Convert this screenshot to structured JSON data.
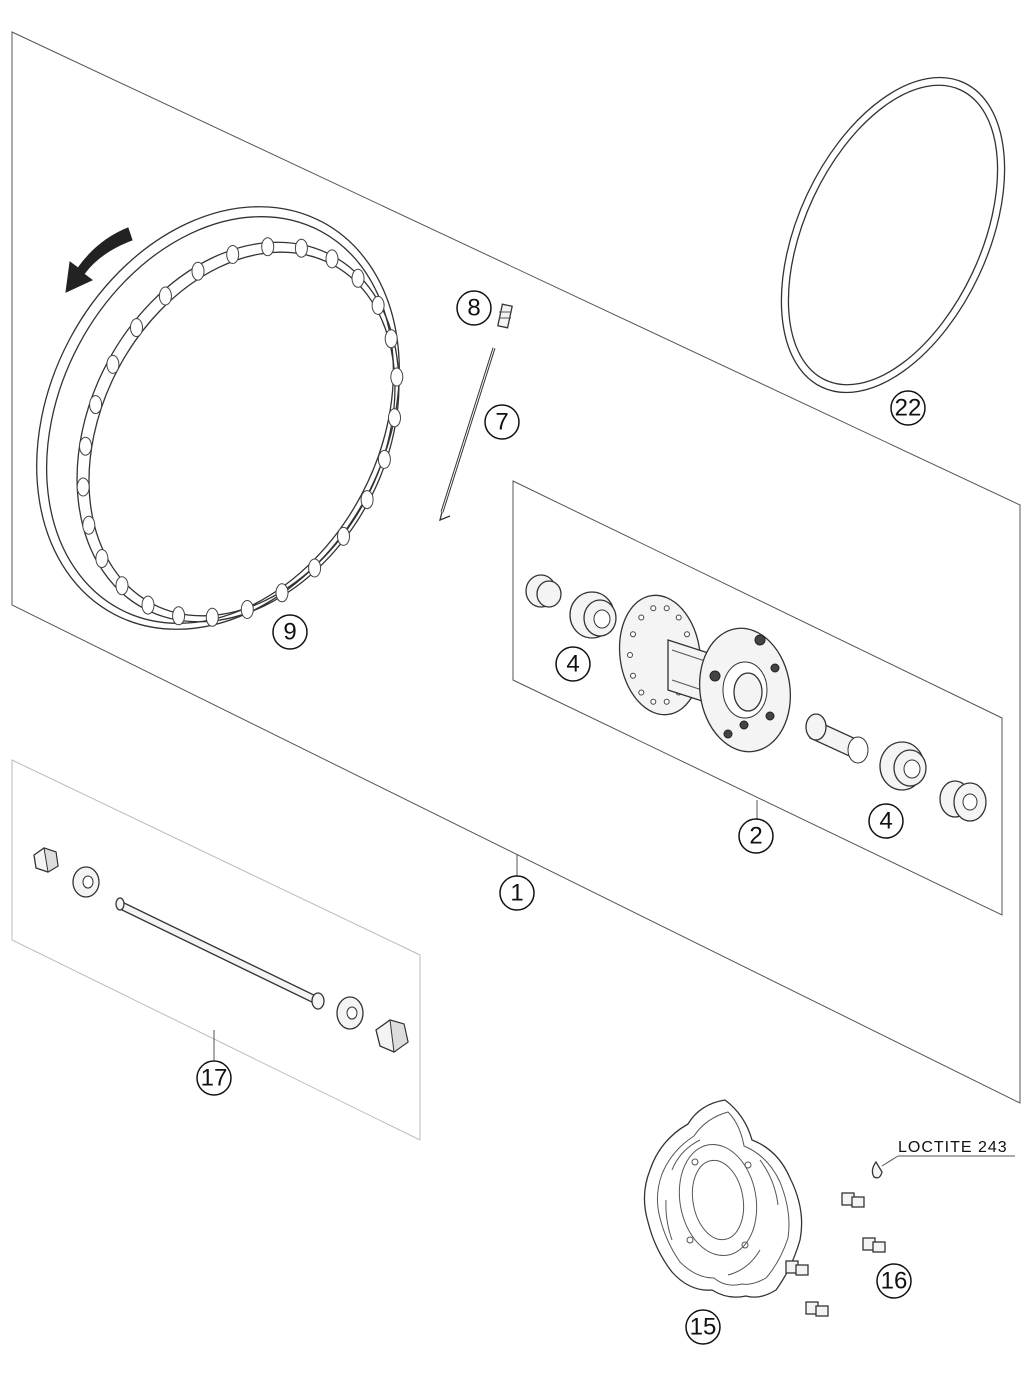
{
  "callouts": {
    "c1": "1",
    "c2": "2",
    "c4a": "4",
    "c4b": "4",
    "c7": "7",
    "c8": "8",
    "c9": "9",
    "c15": "15",
    "c16": "16",
    "c17": "17",
    "c22": "22"
  },
  "notes": {
    "loctite": "LOCTITE 243"
  },
  "parts": [
    {
      "id": "1",
      "name": "wheel-assembly"
    },
    {
      "id": "2",
      "name": "hub"
    },
    {
      "id": "4",
      "name": "bearing"
    },
    {
      "id": "7",
      "name": "spoke"
    },
    {
      "id": "8",
      "name": "nipple"
    },
    {
      "id": "9",
      "name": "rim"
    },
    {
      "id": "15",
      "name": "brake-disc"
    },
    {
      "id": "16",
      "name": "disc-screw"
    },
    {
      "id": "17",
      "name": "axle-set"
    },
    {
      "id": "22",
      "name": "rim-tape"
    }
  ]
}
